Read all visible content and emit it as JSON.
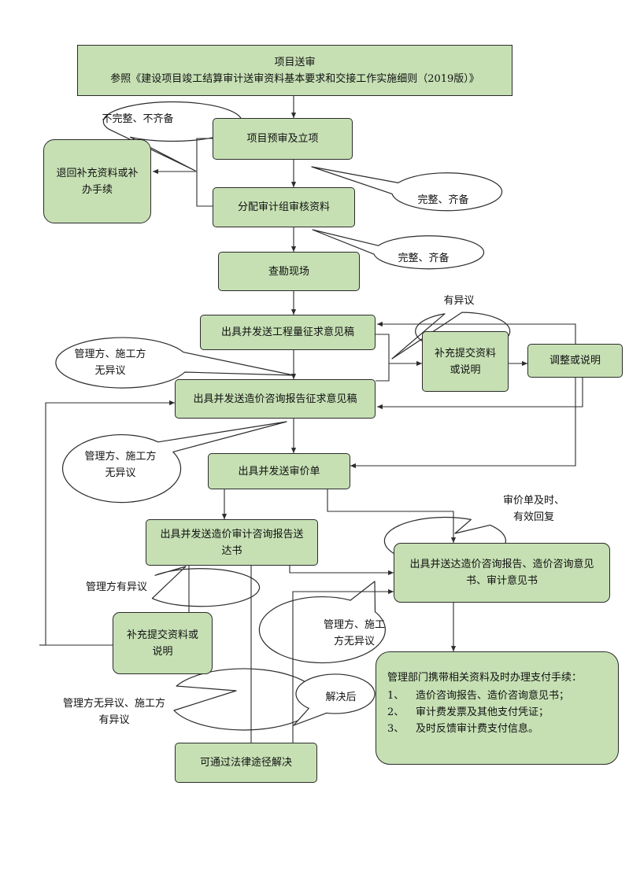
{
  "nodes": {
    "submit": {
      "line1": "项目送审",
      "line2": "参照《建设项目竣工结算审计送审资料基本要求和交接工作实施细则（2019版）》"
    },
    "prereview": "项目预审及立项",
    "return_supplement": {
      "line1": "退回补充资料或补",
      "line2": "办手续"
    },
    "assign_group": "分配审计组审核资料",
    "site_survey": "查勘现场",
    "engineering_draft": "出具并发送工程量征求意见稿",
    "supplement_docs_1": {
      "line1": "补充提交资料",
      "line2": "或说明"
    },
    "adjust_explain": "调整或说明",
    "cost_report_draft": "出具并发送造价咨询报告征求意见稿",
    "price_sheet": "出具并发送审价单",
    "cost_report_notice": {
      "line1": "出具并发送造价审计咨询报告送",
      "line2": "达书"
    },
    "final_reports": {
      "line1": "出具并送达造价咨询报告、造价咨询意见",
      "line2": "书、审计意见书"
    },
    "supplement_docs_2": {
      "line1": "补充提交资料或",
      "line2": "说明"
    },
    "legal_resolution": "可通过法律途径解决",
    "payment": {
      "title": "管理部门携带相关资料及时办理支付手续：",
      "items": [
        {
          "num": "1、",
          "text": "造价咨询报告、造价咨询意见书；"
        },
        {
          "num": "2、",
          "text": "审计费发票及其他支付凭证；"
        },
        {
          "num": "3、",
          "text": "及时反馈审计费支付信息。"
        }
      ]
    }
  },
  "callouts": {
    "incomplete": "不完整、不齐备",
    "complete_1": "完整、齐备",
    "complete_2": "完整、齐备",
    "has_objection": "有异议",
    "no_objection_1": {
      "line1": "管理方、施工方",
      "line2": "无异议"
    },
    "no_objection_2": {
      "line1": "管理方、施工方",
      "line2": "无异议"
    },
    "timely_reply": {
      "line1": "审价单及时、",
      "line2": "有效回复"
    },
    "mgmt_objection": "管理方有异议",
    "no_objection_3": {
      "line1": "管理方、施工",
      "line2": "方无异议"
    },
    "mixed_objection": {
      "line1": "管理方无异议、施工方",
      "line2": "有异议"
    },
    "resolved": "解决后"
  },
  "colors": {
    "box_fill": "#c6e0b4",
    "line": "#2b2b2b",
    "background": "#ffffff"
  }
}
